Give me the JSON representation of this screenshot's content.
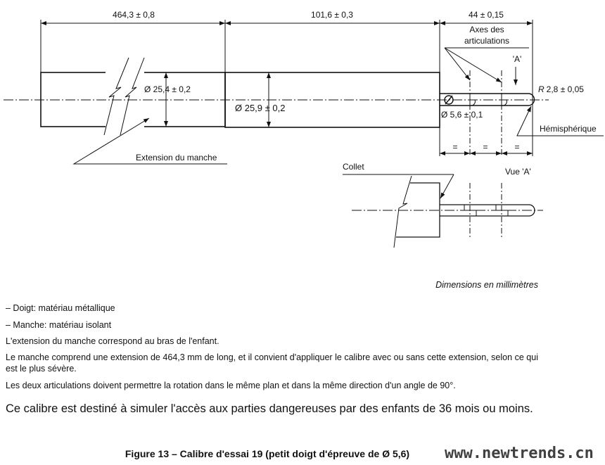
{
  "drawing": {
    "dim_extension": "464,3 ± 0,8",
    "dim_handle": "101,6 ± 0,3",
    "dim_finger": "44 ± 0,15",
    "dia_extension": "Ø 25,4 ± 0,2",
    "dia_handle": "Ø 25,9 ± 0,2",
    "dia_finger": "Ø 5,6 ± 0,1",
    "radius_prefix": "R",
    "radius": "2,8 ± 0,05",
    "axes_label_1": "Axes des",
    "axes_label_2": "articulations",
    "view_marker": "'A'",
    "hemispherical": "Hémisphérique",
    "extension_label": "Extension du manche",
    "equal_sign": "=",
    "collar_label": "Collet",
    "view_a_label": "Vue 'A'"
  },
  "dimensions_note": "Dimensions en millimètres",
  "notes": {
    "bullet_1": "–  Doigt: matériau métallique",
    "bullet_2": "–  Manche: matériau isolant",
    "para_1": "L'extension du manche correspond au bras de l'enfant.",
    "para_2": "Le manche comprend une extension de 464,3 mm de long, et il convient d'appliquer le calibre avec ou sans cette extension, selon ce qui est le plus sévère.",
    "para_3": "Les deux articulations doivent permettre la rotation dans le même plan et dans la même direction d'un angle de 90°.",
    "para_4": "Ce calibre est destiné à simuler l'accès aux parties dangereuses par des enfants de 36 mois ou moins."
  },
  "caption": "Figure 13 – Calibre d'essai 19 (petit doigt d'épreuve de Ø 5,6)",
  "watermark": "www.newtrends.cn"
}
